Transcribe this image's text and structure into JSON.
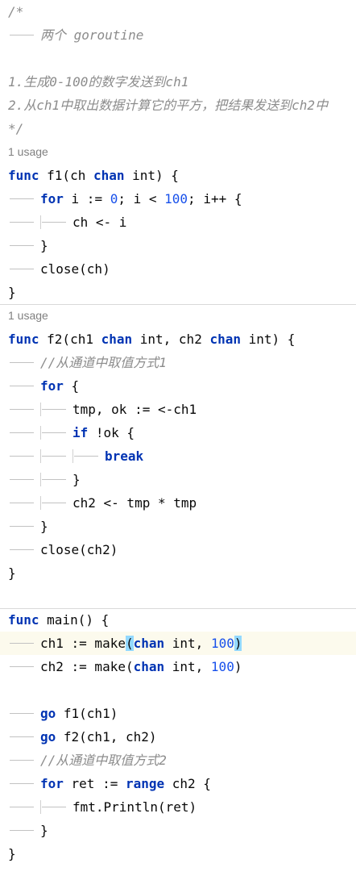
{
  "editor": {
    "colors": {
      "background": "#ffffff",
      "keyword": "#0033b3",
      "comment": "#8c8c8c",
      "number": "#1750eb",
      "text": "#080808",
      "caret_line": "#fcfaed",
      "paren_match": "#93d9ff"
    },
    "lines": [
      {
        "indent": 0,
        "tokens": [
          {
            "t": "/*",
            "c": "com"
          }
        ]
      },
      {
        "indent": 1,
        "tokens": [
          {
            "t": "两个 goroutine",
            "c": "com"
          }
        ]
      },
      {
        "indent": 0,
        "tokens": []
      },
      {
        "indent": 0,
        "tokens": [
          {
            "t": "1.生成0-100的数字发送到ch1",
            "c": "com"
          }
        ]
      },
      {
        "indent": 0,
        "tokens": [
          {
            "t": "2.从ch1中取出数据计算它的平方，把结果发送到ch2中",
            "c": "com"
          }
        ]
      },
      {
        "indent": 0,
        "tokens": [
          {
            "t": "*/",
            "c": "com"
          }
        ]
      },
      {
        "inlay": "1 usage"
      },
      {
        "indent": 0,
        "tokens": [
          {
            "t": "func",
            "c": "kw"
          },
          {
            "t": " f1(ch ",
            "c": "txt"
          },
          {
            "t": "chan",
            "c": "kw"
          },
          {
            "t": " int) {",
            "c": "txt"
          }
        ]
      },
      {
        "indent": 1,
        "tokens": [
          {
            "t": "for",
            "c": "kw"
          },
          {
            "t": " i := ",
            "c": "txt"
          },
          {
            "t": "0",
            "c": "num"
          },
          {
            "t": "; i < ",
            "c": "txt"
          },
          {
            "t": "100",
            "c": "num"
          },
          {
            "t": "; i++ {",
            "c": "txt"
          }
        ]
      },
      {
        "indent": 2,
        "tokens": [
          {
            "t": "ch <- i",
            "c": "txt"
          }
        ]
      },
      {
        "indent": 1,
        "tokens": [
          {
            "t": "}",
            "c": "txt"
          }
        ]
      },
      {
        "indent": 1,
        "tokens": [
          {
            "t": "close(ch)",
            "c": "txt"
          }
        ]
      },
      {
        "indent": 0,
        "tokens": [
          {
            "t": "}",
            "c": "txt"
          }
        ],
        "separator_after": true
      },
      {
        "inlay": "1 usage"
      },
      {
        "indent": 0,
        "tokens": [
          {
            "t": "func",
            "c": "kw"
          },
          {
            "t": " f2(ch1 ",
            "c": "txt"
          },
          {
            "t": "chan",
            "c": "kw"
          },
          {
            "t": " int, ch2 ",
            "c": "txt"
          },
          {
            "t": "chan",
            "c": "kw"
          },
          {
            "t": " int) {",
            "c": "txt"
          }
        ]
      },
      {
        "indent": 1,
        "tokens": [
          {
            "t": "//从通道中取值方式1",
            "c": "com"
          }
        ]
      },
      {
        "indent": 1,
        "tokens": [
          {
            "t": "for",
            "c": "kw"
          },
          {
            "t": " {",
            "c": "txt"
          }
        ]
      },
      {
        "indent": 2,
        "tokens": [
          {
            "t": "tmp, ok := <-ch1",
            "c": "txt"
          }
        ]
      },
      {
        "indent": 2,
        "tokens": [
          {
            "t": "if",
            "c": "kw"
          },
          {
            "t": " !ok {",
            "c": "txt"
          }
        ]
      },
      {
        "indent": 3,
        "tokens": [
          {
            "t": "break",
            "c": "kw"
          }
        ]
      },
      {
        "indent": 2,
        "tokens": [
          {
            "t": "}",
            "c": "txt"
          }
        ]
      },
      {
        "indent": 2,
        "tokens": [
          {
            "t": "ch2 <- tmp * tmp",
            "c": "txt"
          }
        ]
      },
      {
        "indent": 1,
        "tokens": [
          {
            "t": "}",
            "c": "txt"
          }
        ]
      },
      {
        "indent": 1,
        "tokens": [
          {
            "t": "close(ch2)",
            "c": "txt"
          }
        ]
      },
      {
        "indent": 0,
        "tokens": [
          {
            "t": "}",
            "c": "txt"
          }
        ]
      },
      {
        "indent": 0,
        "tokens": [],
        "separator_after": true
      },
      {
        "indent": 0,
        "tokens": [
          {
            "t": "func",
            "c": "kw"
          },
          {
            "t": " main() {",
            "c": "txt"
          }
        ]
      },
      {
        "indent": 1,
        "highlight": true,
        "tokens": [
          {
            "t": "ch1 := make",
            "c": "txt"
          },
          {
            "t": "(",
            "c": "txt",
            "m": true
          },
          {
            "t": "chan",
            "c": "kw"
          },
          {
            "t": " int, ",
            "c": "txt"
          },
          {
            "t": "100",
            "c": "num"
          },
          {
            "t": ")",
            "c": "txt",
            "m": true
          }
        ]
      },
      {
        "indent": 1,
        "tokens": [
          {
            "t": "ch2 := make(",
            "c": "txt"
          },
          {
            "t": "chan",
            "c": "kw"
          },
          {
            "t": " int, ",
            "c": "txt"
          },
          {
            "t": "100",
            "c": "num"
          },
          {
            "t": ")",
            "c": "txt"
          }
        ]
      },
      {
        "indent": 0,
        "tokens": []
      },
      {
        "indent": 1,
        "tokens": [
          {
            "t": "go",
            "c": "kw"
          },
          {
            "t": " f1(ch1)",
            "c": "txt"
          }
        ]
      },
      {
        "indent": 1,
        "tokens": [
          {
            "t": "go",
            "c": "kw"
          },
          {
            "t": " f2(ch1, ch2)",
            "c": "txt"
          }
        ]
      },
      {
        "indent": 1,
        "tokens": [
          {
            "t": "//从通道中取值方式2",
            "c": "com"
          }
        ]
      },
      {
        "indent": 1,
        "tokens": [
          {
            "t": "for",
            "c": "kw"
          },
          {
            "t": " ret := ",
            "c": "txt"
          },
          {
            "t": "range",
            "c": "kw"
          },
          {
            "t": " ch2 {",
            "c": "txt"
          }
        ]
      },
      {
        "indent": 2,
        "tokens": [
          {
            "t": "fmt.Println(ret)",
            "c": "txt"
          }
        ]
      },
      {
        "indent": 1,
        "tokens": [
          {
            "t": "}",
            "c": "txt"
          }
        ]
      },
      {
        "indent": 0,
        "tokens": [
          {
            "t": "}",
            "c": "txt"
          }
        ]
      }
    ]
  }
}
